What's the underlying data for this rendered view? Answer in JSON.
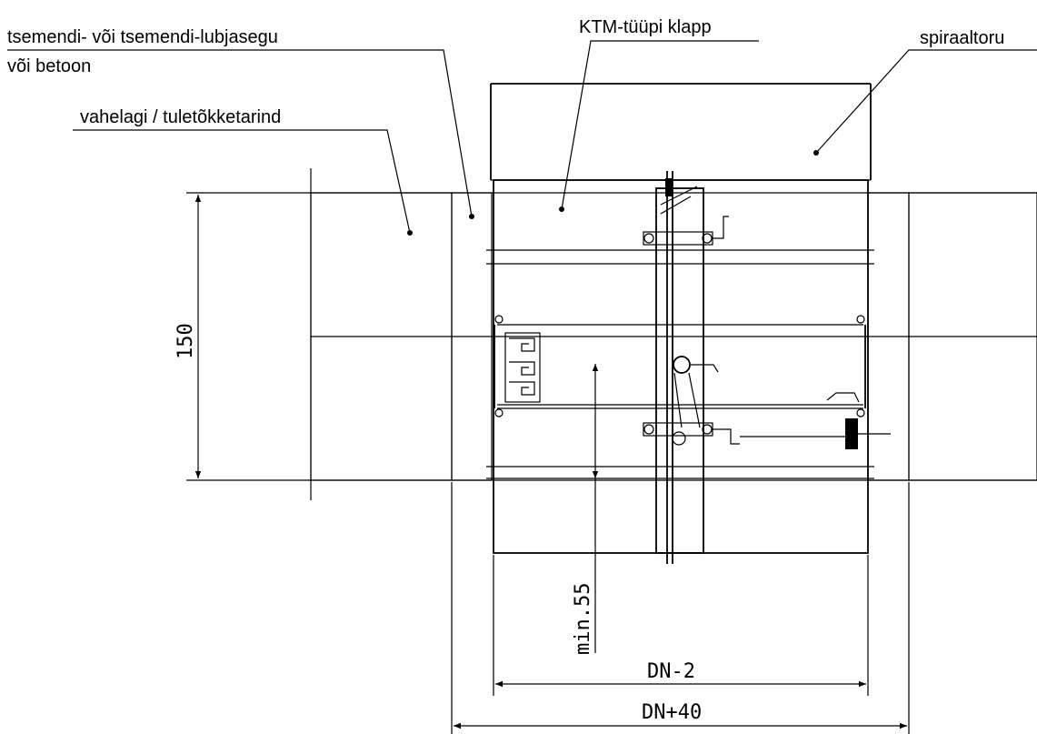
{
  "labels": {
    "mortar_line1": "tsemendi- või tsemendi-lubjasegu",
    "mortar_line2": "või betoon",
    "damper": "KTM-tüüpi klapp",
    "spiral_duct": "spiraaltoru",
    "ceiling": "vahelagi / tuletõkketarind"
  },
  "dimensions": {
    "height": "150",
    "min_distance": "min.55",
    "inner": "DN-2",
    "outer": "DN+40"
  }
}
